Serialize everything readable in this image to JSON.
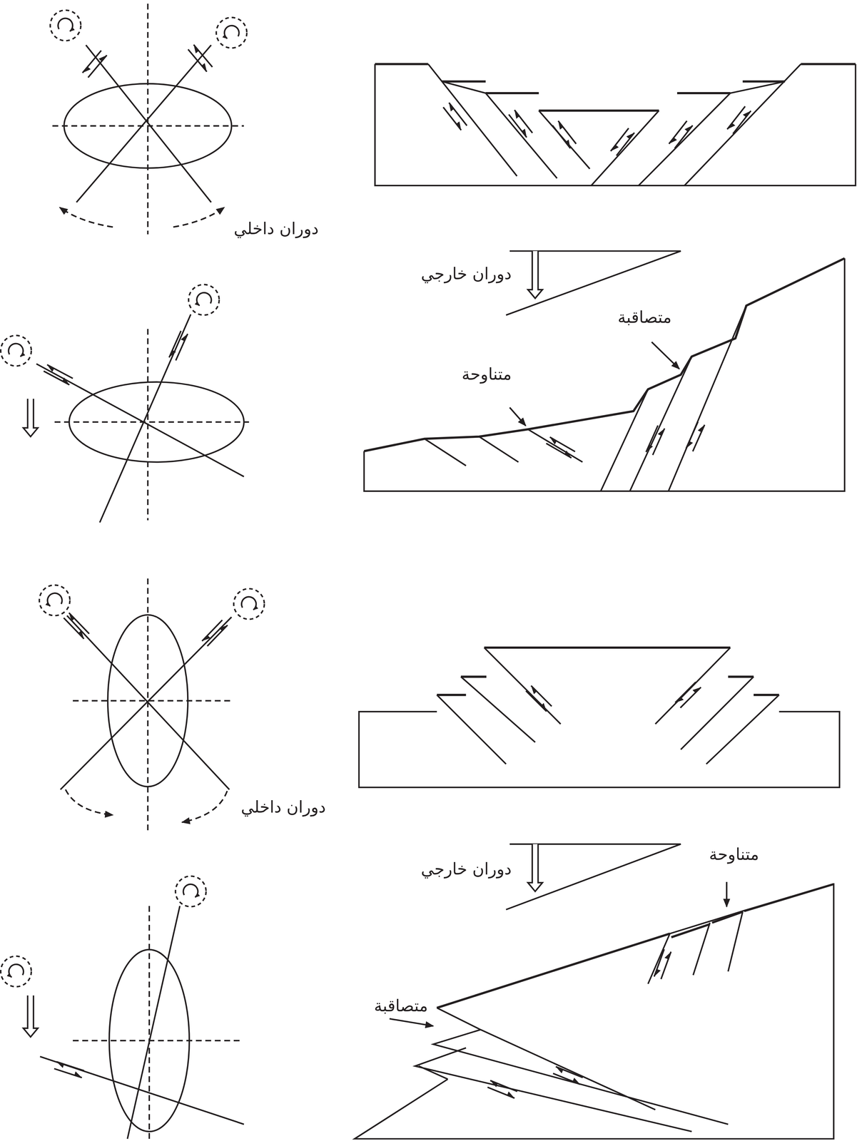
{
  "diagram": {
    "labels": [
      "دوران داخلي",
      "دوران خارجي",
      "متصاقبة",
      "متناوحة",
      "دوران داخلي",
      "دوران خارجي",
      "متناوحة",
      "متصاقبة"
    ]
  }
}
